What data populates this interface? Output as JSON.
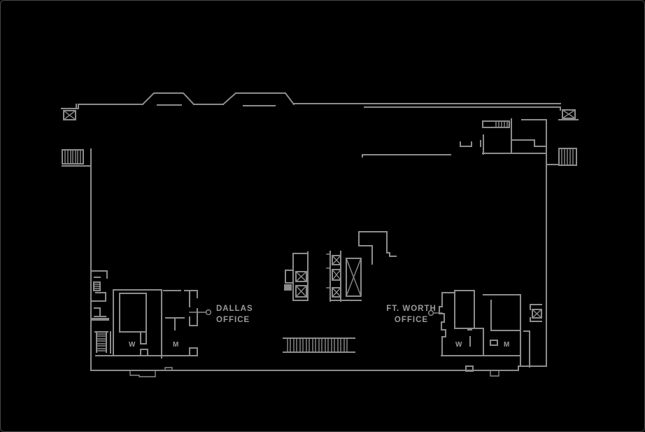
{
  "window": {
    "background": "#000000",
    "frame_border": "#474747"
  },
  "colors": {
    "line": "#8d8d8d",
    "text": "#9a9a9a"
  },
  "floorplan": {
    "labels": {
      "dallas_office": {
        "line1": "DALLAS",
        "line2": "OFFICE"
      },
      "ft_worth_office": {
        "line1": "FT. WORTH",
        "line2": "OFFICE"
      },
      "left_restrooms": {
        "women": "W",
        "men": "M"
      },
      "right_restrooms": {
        "women": "W",
        "men": "M"
      }
    },
    "symbols": [
      "column-marker-x-box-upper-left",
      "column-marker-x-box-upper-right",
      "stair-hatch-upper-left",
      "stair-hatch-upper-right",
      "escalator-hatch-upper-right-room",
      "elevator-bank-left-two-cars",
      "elevator-bank-right-three-cars",
      "large-shaft-x-box",
      "escalator-bank-bottom-center",
      "stair-ladder-lower-left",
      "dumbwaiter-x-box-right-wall",
      "leader-circle-dallas",
      "leader-circle-ft-worth",
      "entrance-canopy-1",
      "entrance-canopy-2"
    ]
  }
}
